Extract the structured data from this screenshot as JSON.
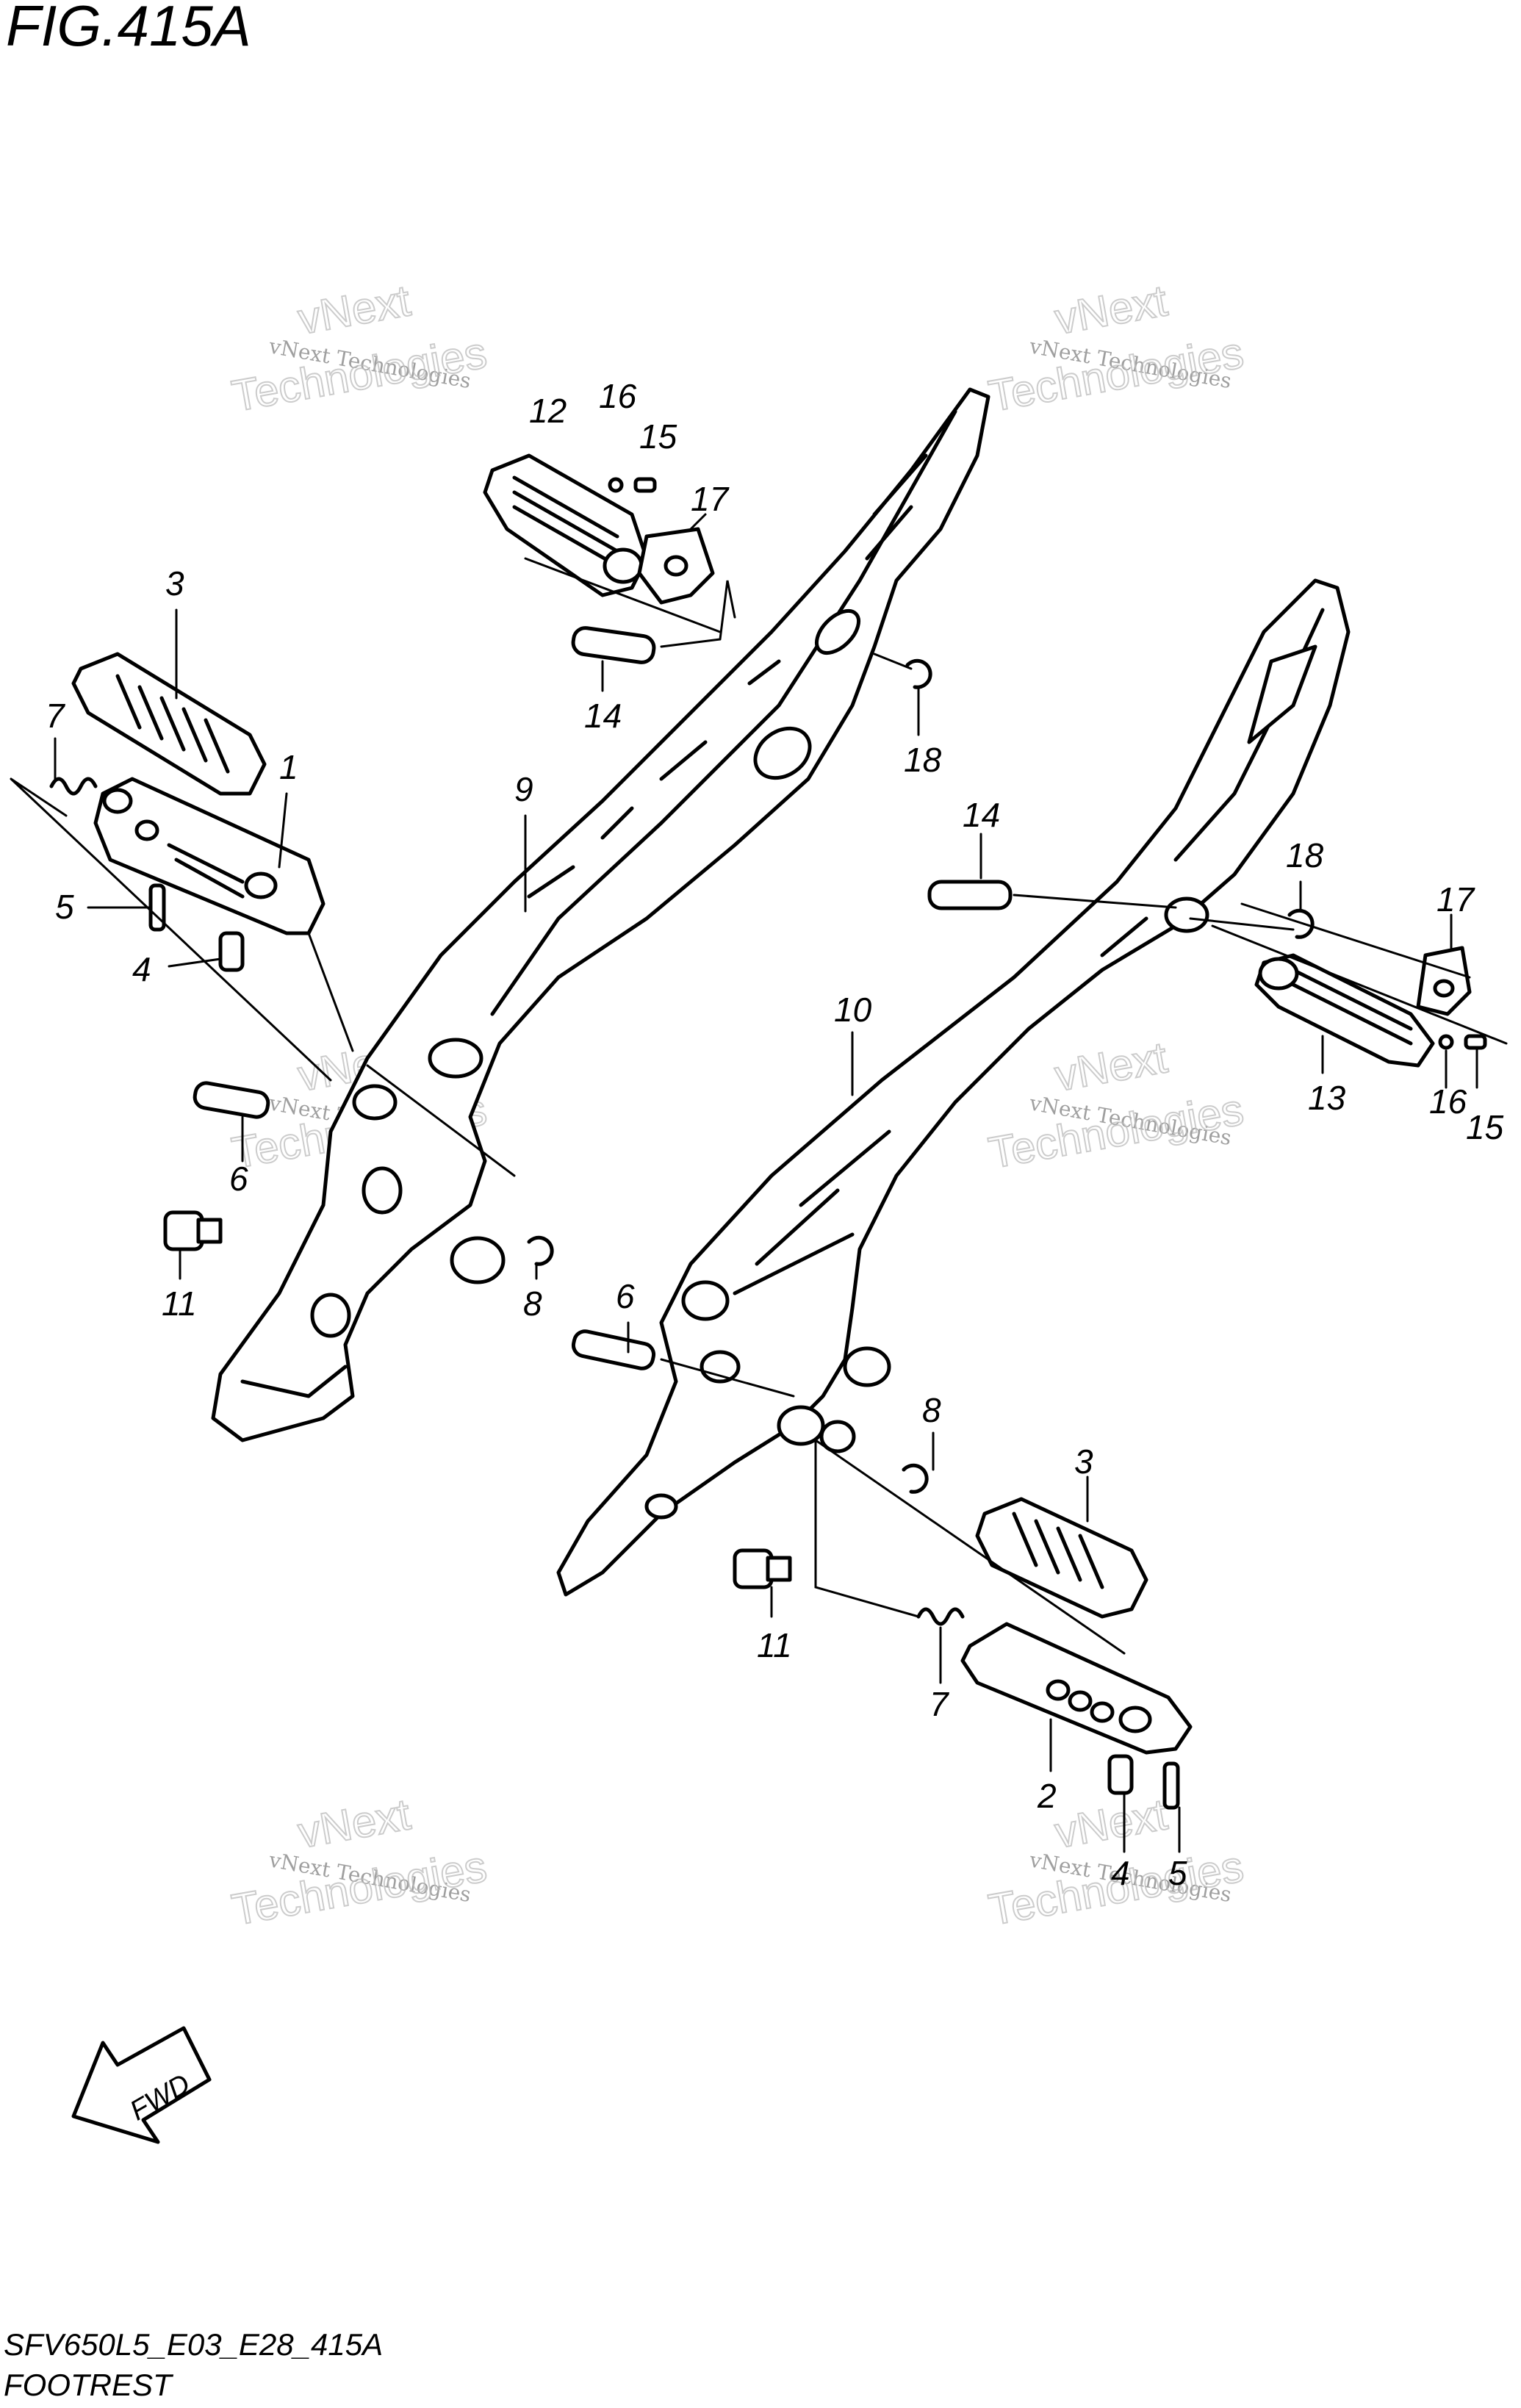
{
  "figure": {
    "title": "FIG.415A",
    "code": "SFV650L5_E03_E28_415A",
    "name": "FOOTREST",
    "fwd_label": "FWD"
  },
  "watermark": {
    "line1": "vNext Technologies",
    "line2": "vNext",
    "line3": "Technologies"
  },
  "callouts": [
    {
      "id": "1",
      "label": "1"
    },
    {
      "id": "2",
      "label": "2"
    },
    {
      "id": "3a",
      "label": "3"
    },
    {
      "id": "3b",
      "label": "3"
    },
    {
      "id": "4a",
      "label": "4"
    },
    {
      "id": "4b",
      "label": "4"
    },
    {
      "id": "5a",
      "label": "5"
    },
    {
      "id": "5b",
      "label": "5"
    },
    {
      "id": "6a",
      "label": "6"
    },
    {
      "id": "6b",
      "label": "6"
    },
    {
      "id": "7a",
      "label": "7"
    },
    {
      "id": "7b",
      "label": "7"
    },
    {
      "id": "8a",
      "label": "8"
    },
    {
      "id": "8b",
      "label": "8"
    },
    {
      "id": "9",
      "label": "9"
    },
    {
      "id": "10",
      "label": "10"
    },
    {
      "id": "11a",
      "label": "11"
    },
    {
      "id": "11b",
      "label": "11"
    },
    {
      "id": "12",
      "label": "12"
    },
    {
      "id": "13",
      "label": "13"
    },
    {
      "id": "14a",
      "label": "14"
    },
    {
      "id": "14b",
      "label": "14"
    },
    {
      "id": "15a",
      "label": "15"
    },
    {
      "id": "15b",
      "label": "15"
    },
    {
      "id": "16a",
      "label": "16"
    },
    {
      "id": "16b",
      "label": "16"
    },
    {
      "id": "17a",
      "label": "17"
    },
    {
      "id": "17b",
      "label": "17"
    },
    {
      "id": "18a",
      "label": "18"
    },
    {
      "id": "18b",
      "label": "18"
    }
  ]
}
